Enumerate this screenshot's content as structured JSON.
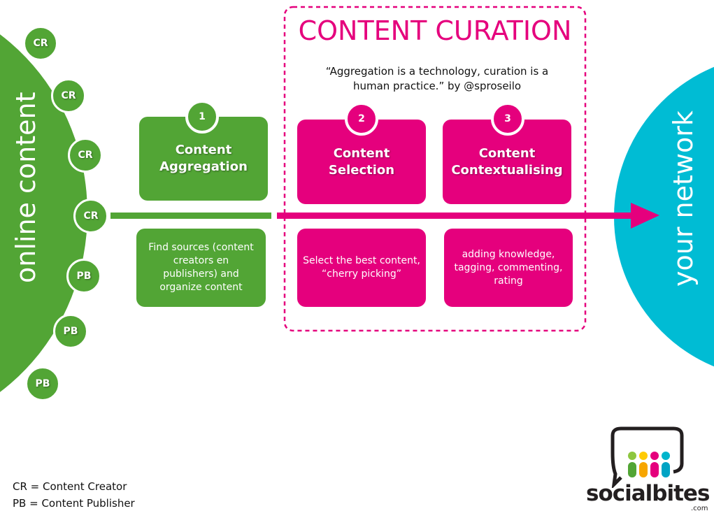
{
  "left_label": "online content",
  "right_label": "your network",
  "nodes": [
    "CR",
    "CR",
    "CR",
    "CR",
    "PB",
    "PB",
    "PB"
  ],
  "curation": {
    "title": "CONTENT CURATION",
    "quote": "“Aggregation is a technology, curation is a human practice.” by @sproseilo"
  },
  "steps": [
    {
      "num": "1",
      "title": "Content Aggregation",
      "desc": "Find sources (content creators en publishers) and organize content"
    },
    {
      "num": "2",
      "title": "Content Selection",
      "desc": "Select the best content, “cherry picking”"
    },
    {
      "num": "3",
      "title": "Content Contextualising",
      "desc": "adding knowledge, tagging, commenting, rating"
    }
  ],
  "legend": [
    "CR = Content Creator",
    "PB = Content Publisher"
  ],
  "logo": {
    "name": "socialbites",
    "suffix": ".com"
  },
  "colors": {
    "green": "#52a535",
    "pink": "#e5007d",
    "cyan": "#00bcd4"
  }
}
